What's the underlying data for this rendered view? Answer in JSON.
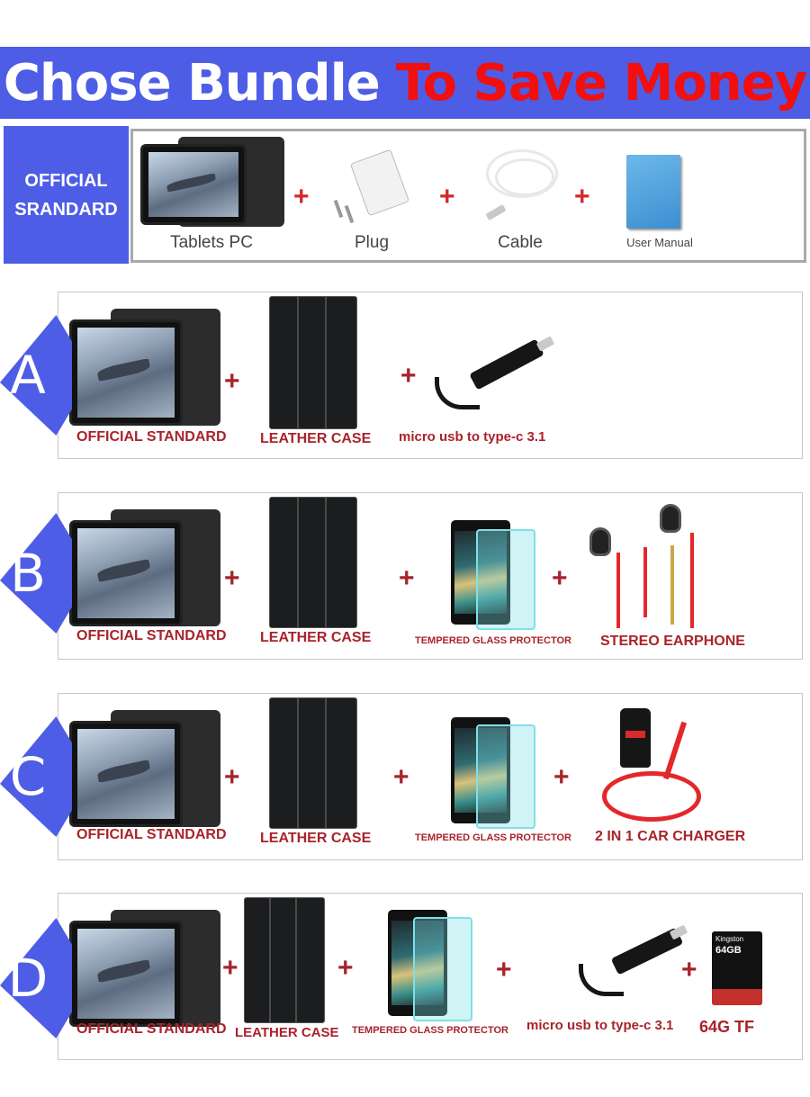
{
  "header": {
    "title_white": "Chose Bundle",
    "title_red": "To Save Money"
  },
  "standard": {
    "label_line1": "OFFICIAL",
    "label_line2": "SRANDARD",
    "items": [
      "Tablets PC",
      "Plug",
      "Cable",
      "User Manual"
    ]
  },
  "plus": "+",
  "bundles": [
    {
      "letter": "A",
      "items": [
        "OFFICIAL STANDARD",
        "LEATHER CASE",
        "micro usb to type-c 3.1"
      ]
    },
    {
      "letter": "B",
      "items": [
        "OFFICIAL STANDARD",
        "LEATHER CASE",
        "TEMPERED GLASS PROTECTOR",
        "STEREO EARPHONE"
      ]
    },
    {
      "letter": "C",
      "items": [
        "OFFICIAL STANDARD",
        "LEATHER CASE",
        "TEMPERED GLASS PROTECTOR",
        "2 IN 1 CAR CHARGER"
      ]
    },
    {
      "letter": "D",
      "items": [
        "OFFICIAL STANDARD",
        "LEATHER CASE",
        "TEMPERED GLASS PROTECTOR",
        "micro usb to type-c 3.1",
        "64G TF"
      ]
    }
  ],
  "sd_card": {
    "brand": "Kingston",
    "capacity": "64GB"
  },
  "colors": {
    "banner_blue": "#4d5de6",
    "headline_red": "#f20f10",
    "label_red": "#a9232b"
  }
}
